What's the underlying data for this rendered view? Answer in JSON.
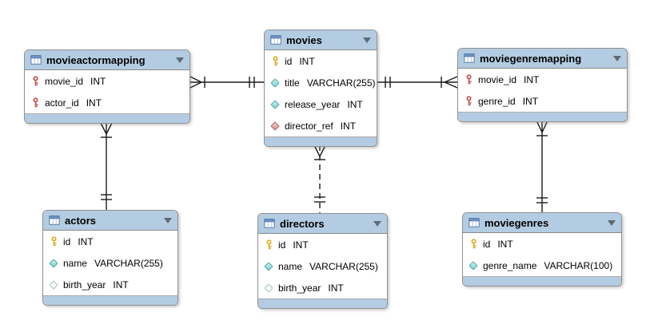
{
  "colors": {
    "table_header": "#b3cce2",
    "table_border": "#919191",
    "relationship_line": "#1b1b1b",
    "primary_key_icon": "#dfaa24",
    "primary_foreign_key_icon": "#c4514f",
    "not_null_column_icon": "#74cdcd",
    "foreign_key_column_icon": "#d98d8d",
    "nullable_column_icon": "#ffffff"
  },
  "tables": [
    {
      "name": "movieactormapping",
      "columns": [
        {
          "name": "movie_id",
          "type": "INT",
          "icon": "red-key-icon"
        },
        {
          "name": "actor_id",
          "type": "INT",
          "icon": "red-key-icon"
        }
      ]
    },
    {
      "name": "movies",
      "columns": [
        {
          "name": "id",
          "type": "INT",
          "icon": "yellow-key-icon"
        },
        {
          "name": "title",
          "type": "VARCHAR(255)",
          "icon": "cyan-diamond-icon"
        },
        {
          "name": "release_year",
          "type": "INT",
          "icon": "cyan-diamond-icon"
        },
        {
          "name": "director_ref",
          "type": "INT",
          "icon": "red-diamond-icon"
        }
      ]
    },
    {
      "name": "moviegenremapping",
      "columns": [
        {
          "name": "movie_id",
          "type": "INT",
          "icon": "red-key-icon"
        },
        {
          "name": "genre_id",
          "type": "INT",
          "icon": "red-key-icon"
        }
      ]
    },
    {
      "name": "actors",
      "columns": [
        {
          "name": "id",
          "type": "INT",
          "icon": "yellow-key-icon"
        },
        {
          "name": "name",
          "type": "VARCHAR(255)",
          "icon": "cyan-diamond-icon"
        },
        {
          "name": "birth_year",
          "type": "INT",
          "icon": "hollow-diamond-icon"
        }
      ]
    },
    {
      "name": "directors",
      "columns": [
        {
          "name": "id",
          "type": "INT",
          "icon": "yellow-key-icon"
        },
        {
          "name": "name",
          "type": "VARCHAR(255)",
          "icon": "cyan-diamond-icon"
        },
        {
          "name": "birth_year",
          "type": "INT",
          "icon": "hollow-diamond-icon"
        }
      ]
    },
    {
      "name": "moviegenres",
      "columns": [
        {
          "name": "id",
          "type": "INT",
          "icon": "yellow-key-icon"
        },
        {
          "name": "genre_name",
          "type": "VARCHAR(100)",
          "icon": "cyan-diamond-icon"
        }
      ]
    }
  ],
  "relationships": [
    {
      "from": "movieactormapping",
      "to": "movies",
      "from_cardinality": "many mandatory (crow's foot + bar)",
      "to_cardinality": "exactly one (double bar)",
      "line": "solid"
    },
    {
      "from": "moviegenremapping",
      "to": "movies",
      "from_cardinality": "many mandatory (crow's foot + bar)",
      "to_cardinality": "exactly one (double bar)",
      "line": "solid"
    },
    {
      "from": "movieactormapping",
      "to": "actors",
      "from_cardinality": "many mandatory (crow's foot + bar)",
      "to_cardinality": "exactly one (double bar)",
      "line": "solid"
    },
    {
      "from": "movies",
      "to": "directors",
      "from_cardinality": "many mandatory (crow's foot + bar)",
      "to_cardinality": "exactly one (double bar)",
      "line": "dashed"
    },
    {
      "from": "moviegenremapping",
      "to": "moviegenres",
      "from_cardinality": "many mandatory (crow's foot + bar)",
      "to_cardinality": "exactly one (double bar)",
      "line": "solid"
    }
  ]
}
